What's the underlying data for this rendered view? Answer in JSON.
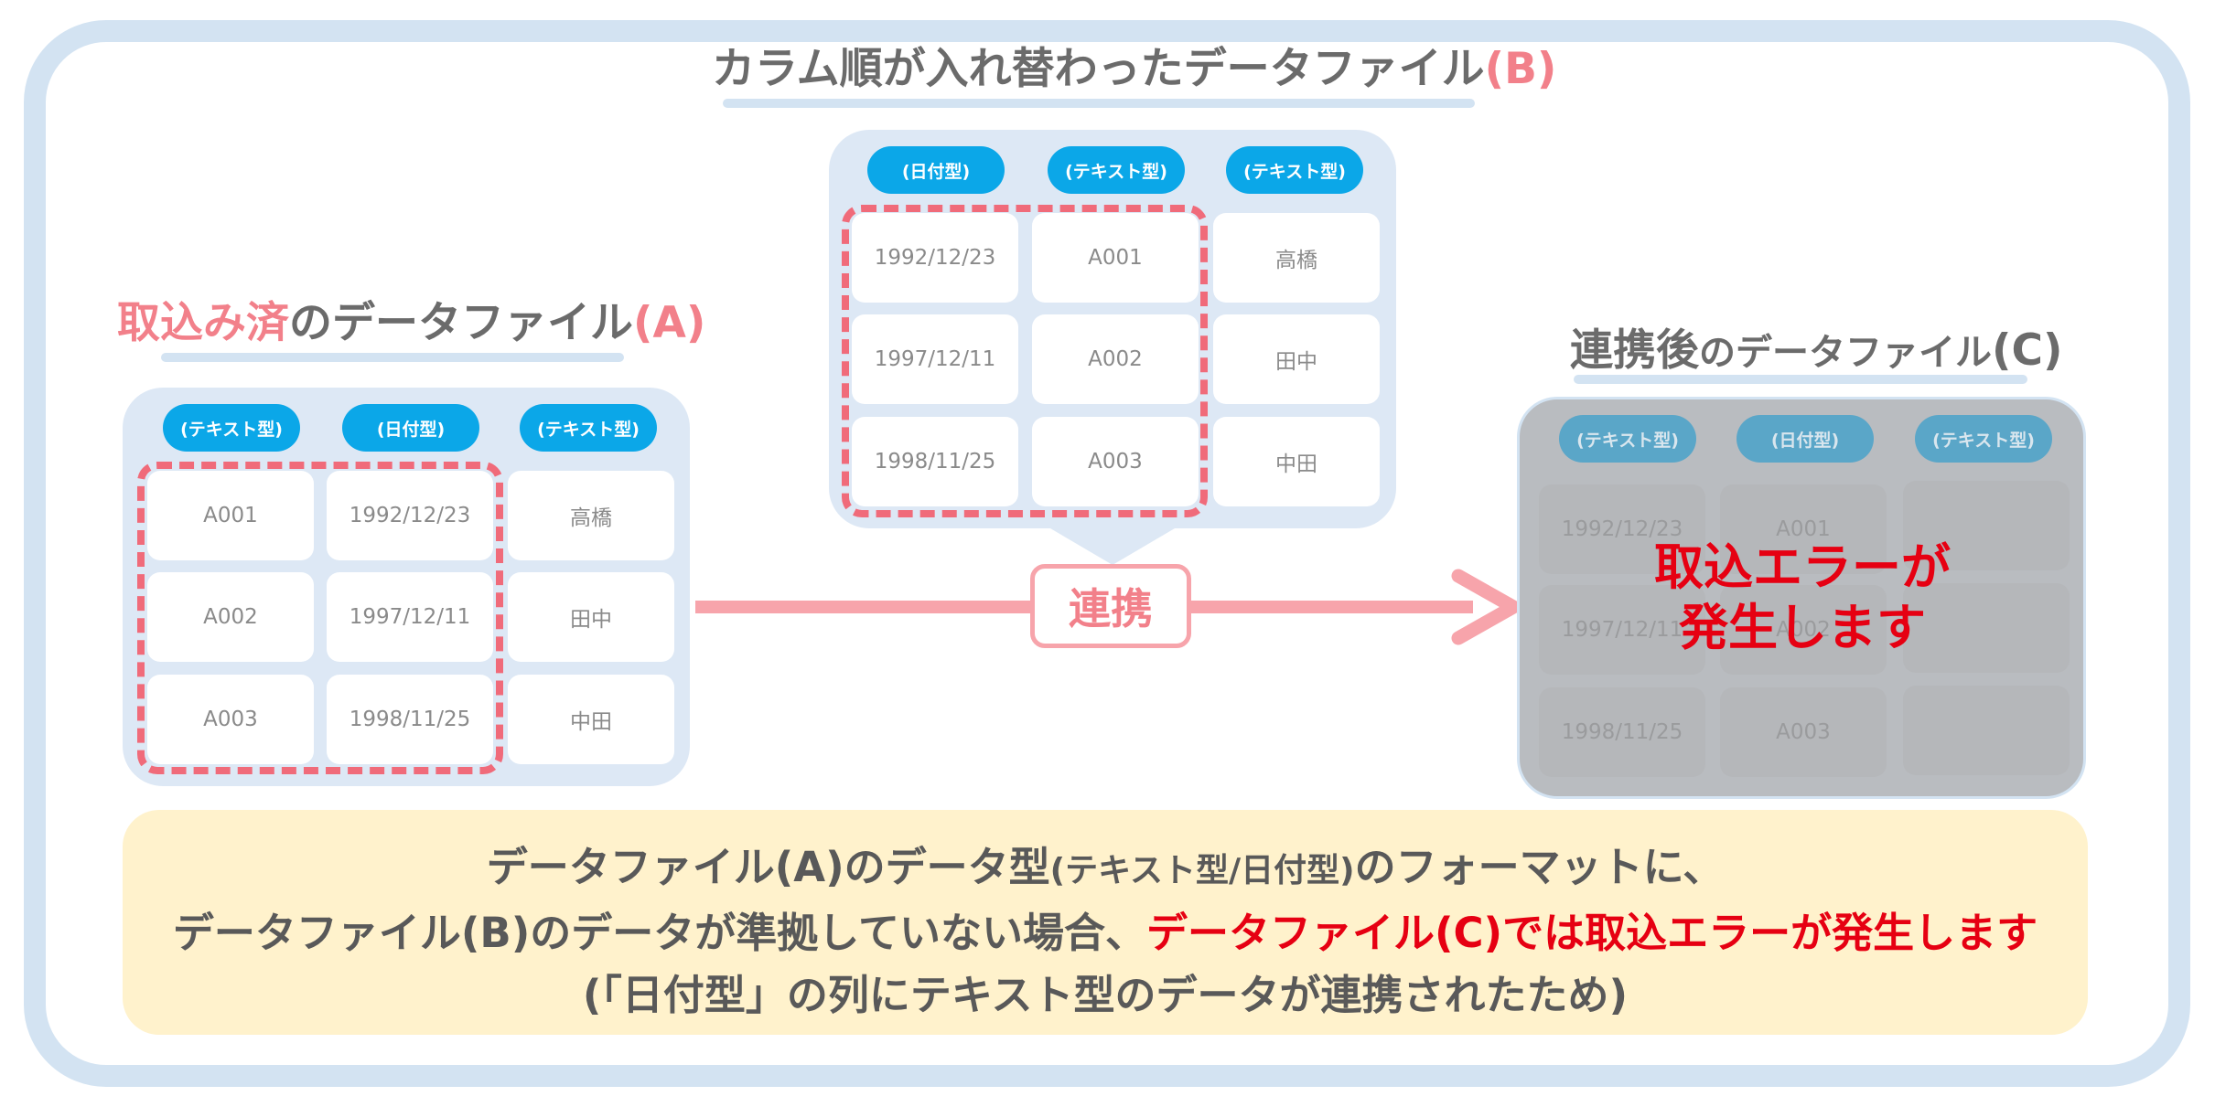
{
  "file_b": {
    "title_main": "カラム順が入れ替わったデータファイル",
    "title_label": "(B)",
    "headers": [
      "(日付型)",
      "(テキスト型)",
      "(テキスト型)"
    ],
    "rows": [
      [
        "1992/12/23",
        "A001",
        "高橋"
      ],
      [
        "1997/12/11",
        "A002",
        "田中"
      ],
      [
        "1998/11/25",
        "A003",
        "中田"
      ]
    ]
  },
  "file_a": {
    "title_highlight": "取込み済",
    "title_main": "のデータファイル",
    "title_label": "(A)",
    "headers": [
      "(テキスト型)",
      "(日付型)",
      "(テキスト型)"
    ],
    "rows": [
      [
        "A001",
        "1992/12/23",
        "高橋"
      ],
      [
        "A002",
        "1997/12/11",
        "田中"
      ],
      [
        "A003",
        "1998/11/25",
        "中田"
      ]
    ]
  },
  "file_c": {
    "title_strong": "連携後",
    "title_main": "のデータファイル",
    "title_label": "(C)",
    "headers": [
      "(テキスト型)",
      "(日付型)",
      "(テキスト型)"
    ],
    "rows": [
      [
        "1992/12/23",
        "A001",
        ""
      ],
      [
        "1997/12/11",
        "A002",
        ""
      ],
      [
        "1998/11/25",
        "A003",
        ""
      ]
    ],
    "error_line1": "取込エラーが",
    "error_line2": "発生します"
  },
  "arrow_label": "連携",
  "note": {
    "l1_a": "データファイル(A)のデータ型",
    "l1_b": "(テキスト型/日付型)",
    "l1_c": "のフォーマットに、",
    "l2_a": "データファイル(B)のデータが準拠していない場合、",
    "l2_b": "データファイル(C)では取込エラーが発生します",
    "l3": "(「日付型」の列にテキスト型のデータが連携されたため)"
  },
  "colors": {
    "accent_pink": "#f2808a",
    "error_red": "#e60012",
    "pill_blue": "#0ba7e8",
    "panel_blue": "#dde8f5",
    "note_bg": "#fff2cc"
  }
}
